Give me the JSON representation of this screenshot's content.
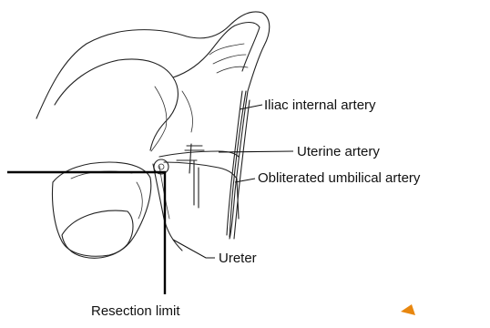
{
  "labels": {
    "iliac_internal_artery": "Iliac internal artery",
    "uterine_artery": "Uterine artery",
    "obliterated_umbilical_artery": "Obliterated umbilical artery",
    "ureter": "Ureter",
    "resection_limit": "Resection limit"
  },
  "colors": {
    "line": "#222222",
    "resection_line": "#000000",
    "corner_mark": "#e8870f"
  }
}
